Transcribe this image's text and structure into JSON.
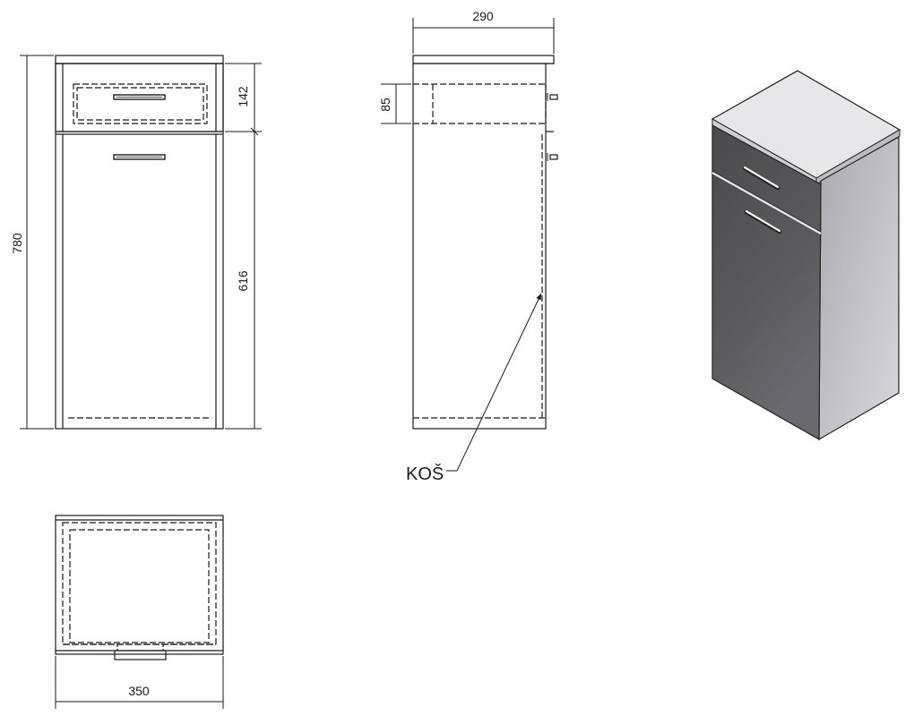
{
  "dimensions": {
    "total_height": "780",
    "drawer_height": "142",
    "door_height": "616",
    "depth": "290",
    "inner_drawer_height": "85",
    "width": "350"
  },
  "callout": {
    "label": "KOŠ"
  },
  "colors": {
    "line": "#1a1a1a",
    "front_dark": "#555558",
    "side_grey": "#b9b9bd",
    "top_light": "#e6e6ea"
  }
}
